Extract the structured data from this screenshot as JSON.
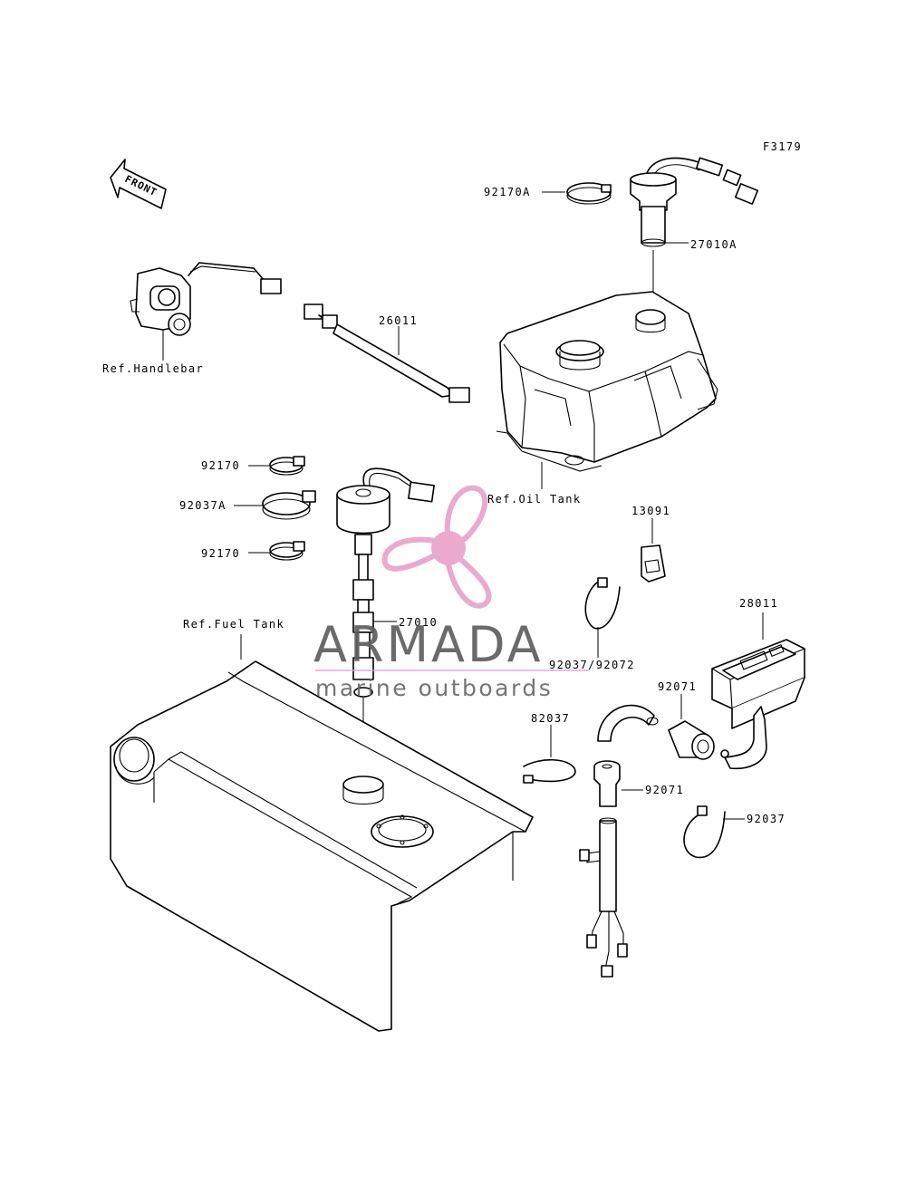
{
  "figure_code": "F3179",
  "front_arrow": {
    "text": "FRONT",
    "icon": "front-arrow-icon"
  },
  "labels": {
    "p92170A": "92170A",
    "p27010A": "27010A",
    "p26011": "26011",
    "ref_handlebar": "Ref.Handlebar",
    "ref_oil_tank": "Ref.Oil Tank",
    "p92170_top": "92170",
    "p92037A": "92037A",
    "p92170_bottom": "92170",
    "p13091": "13091",
    "p28011": "28011",
    "ref_fuel_tank": "Ref.Fuel Tank",
    "p27010": "27010",
    "p92037_92072": "92037/92072",
    "p92071_top": "92071",
    "p82037": "82037",
    "p92071_bottom": "92071",
    "p92037": "92037"
  },
  "watermark": {
    "brand": "ARMADA",
    "tagline": "marine outboards",
    "logo_icon": "propeller-logo-icon",
    "logo_color": "#e8a0c8"
  }
}
